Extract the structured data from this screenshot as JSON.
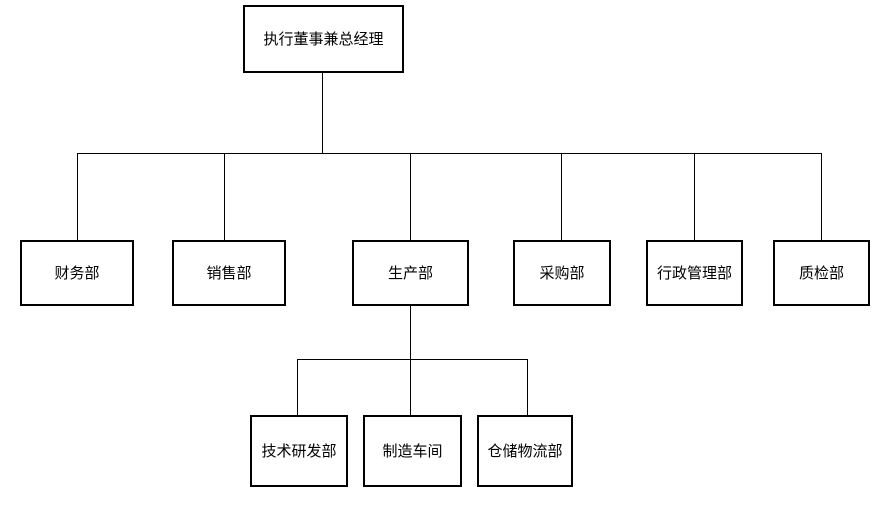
{
  "org_chart": {
    "type": "org-chart",
    "colors": {
      "background": "#ffffff",
      "line": "#000000",
      "node_border": "#000000",
      "node_fill": "#ffffff",
      "text": "#000000"
    },
    "root": {
      "label": "执行董事兼总经理"
    },
    "departments": [
      {
        "label": "财务部"
      },
      {
        "label": "销售部"
      },
      {
        "label": "生产部"
      },
      {
        "label": "采购部"
      },
      {
        "label": "行政管理部"
      },
      {
        "label": "质检部"
      }
    ],
    "production_sub_departments": [
      {
        "label": "技术研发部"
      },
      {
        "label": "制造车间"
      },
      {
        "label": "仓储物流部"
      }
    ],
    "edges": [
      {
        "from": "执行董事兼总经理",
        "to": "财务部"
      },
      {
        "from": "执行董事兼总经理",
        "to": "销售部"
      },
      {
        "from": "执行董事兼总经理",
        "to": "生产部"
      },
      {
        "from": "执行董事兼总经理",
        "to": "采购部"
      },
      {
        "from": "执行董事兼总经理",
        "to": "行政管理部"
      },
      {
        "from": "执行董事兼总经理",
        "to": "质检部"
      },
      {
        "from": "生产部",
        "to": "技术研发部"
      },
      {
        "from": "生产部",
        "to": "制造车间"
      },
      {
        "from": "生产部",
        "to": "仓储物流部"
      }
    ]
  }
}
